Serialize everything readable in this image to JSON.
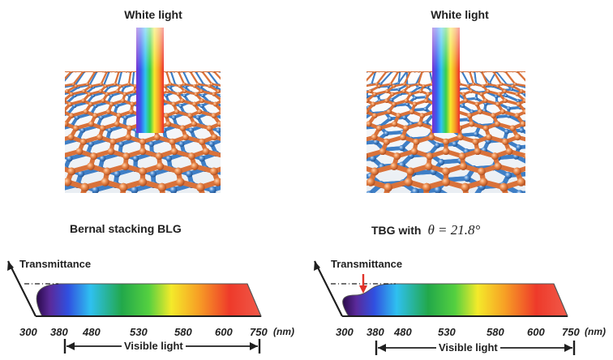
{
  "left_panel": {
    "light_label": "White light",
    "caption": "Bernal stacking BLG",
    "axis_label": "Transmittance",
    "ticks": [
      "300",
      "380",
      "480",
      "530",
      "580",
      "600",
      "750"
    ],
    "unit": "(nm)",
    "visible_label": "Visible light"
  },
  "right_panel": {
    "light_label": "White light",
    "caption_prefix": "TBG with",
    "caption_theta": "θ = 21.8°",
    "axis_label": "Transmittance",
    "ticks": [
      "300",
      "380",
      "480",
      "530",
      "580",
      "600",
      "750"
    ],
    "unit": "(nm)",
    "visible_label": "Visible light"
  },
  "colors": {
    "carbon_atom": "#e07a3c",
    "bond_bottom_layer": "#3f7fc6",
    "arrow_marker": "#e0332a",
    "outline": "#1f1f1f"
  }
}
